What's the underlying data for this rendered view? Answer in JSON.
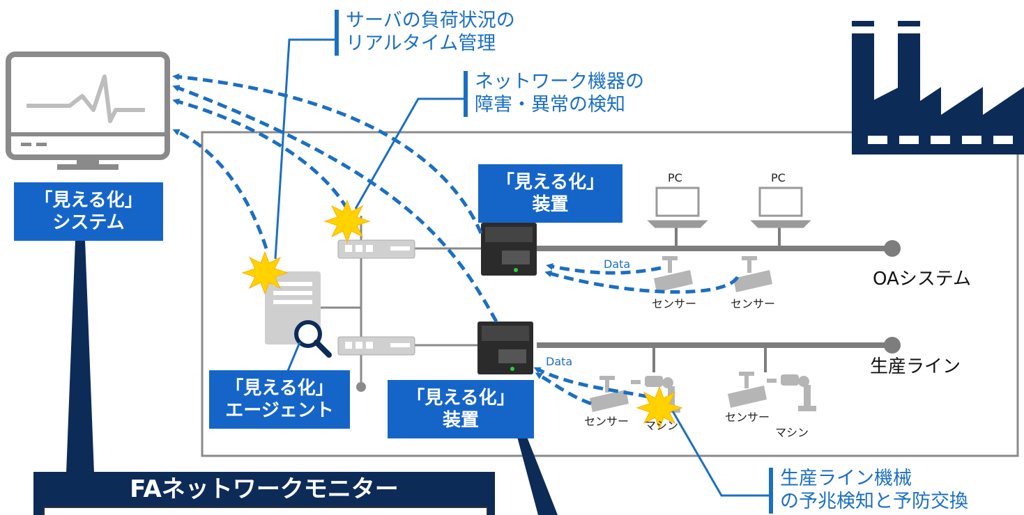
{
  "callouts": {
    "server": [
      "サーバの負荷状況の",
      "リアルタイム管理"
    ],
    "network": [
      "ネットワーク機器の",
      "障害・異常の検知"
    ],
    "production": [
      "生産ライン機械",
      "の予兆検知と予防交換"
    ]
  },
  "boxes": {
    "system": [
      "「見える化」",
      "システム"
    ],
    "device_top": [
      "「見える化」",
      "装置"
    ],
    "device_bottom": [
      "「見える化」",
      "装置"
    ],
    "agent": [
      "「見える化」",
      "エージェント"
    ]
  },
  "labels": {
    "pc1": "PC",
    "pc2": "PC",
    "data_top": "Data",
    "data_bottom": "Data",
    "sensor_oa1": "センサー",
    "sensor_oa2": "センサー",
    "sensor_pl1": "センサー",
    "machine_pl1": "マシン",
    "sensor_pl2": "センサー",
    "machine_pl2": "マシン",
    "oa_system": "OAシステム",
    "production_line": "生産ライン"
  },
  "title": "FAネットワークモニター",
  "colors": {
    "accent_blue": "#1565c9",
    "callout_blue": "#1b6fc2",
    "navy": "#0d2b57",
    "gray": "#8a8a8a",
    "burst": "#ffd200"
  },
  "icons": [
    "monitor-icon",
    "factory-icon",
    "server-icon",
    "magnifier-icon",
    "network-switch-icon",
    "controller-device-icon",
    "laptop-icon",
    "camera-sensor-icon",
    "robot-arm-icon",
    "alert-burst-icon"
  ]
}
